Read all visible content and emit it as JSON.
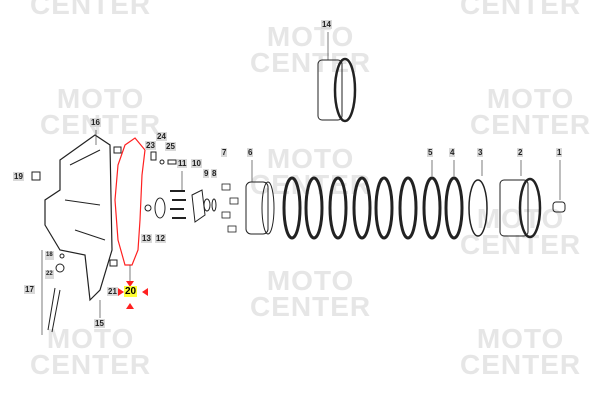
{
  "watermark": {
    "line1": "MOTO",
    "line2": "CENTER"
  },
  "colors": {
    "highlight": "#ff2020",
    "selected_label_bg": "#ffff33",
    "label_bg": "#d9d9d9"
  },
  "selected_part": "20",
  "parts": [
    "1",
    "2",
    "3",
    "4",
    "5",
    "6",
    "7",
    "8",
    "9",
    "10",
    "11",
    "12",
    "13",
    "14",
    "15",
    "16",
    "17",
    "18",
    "19",
    "20",
    "21",
    "22",
    "23",
    "24",
    "25"
  ]
}
